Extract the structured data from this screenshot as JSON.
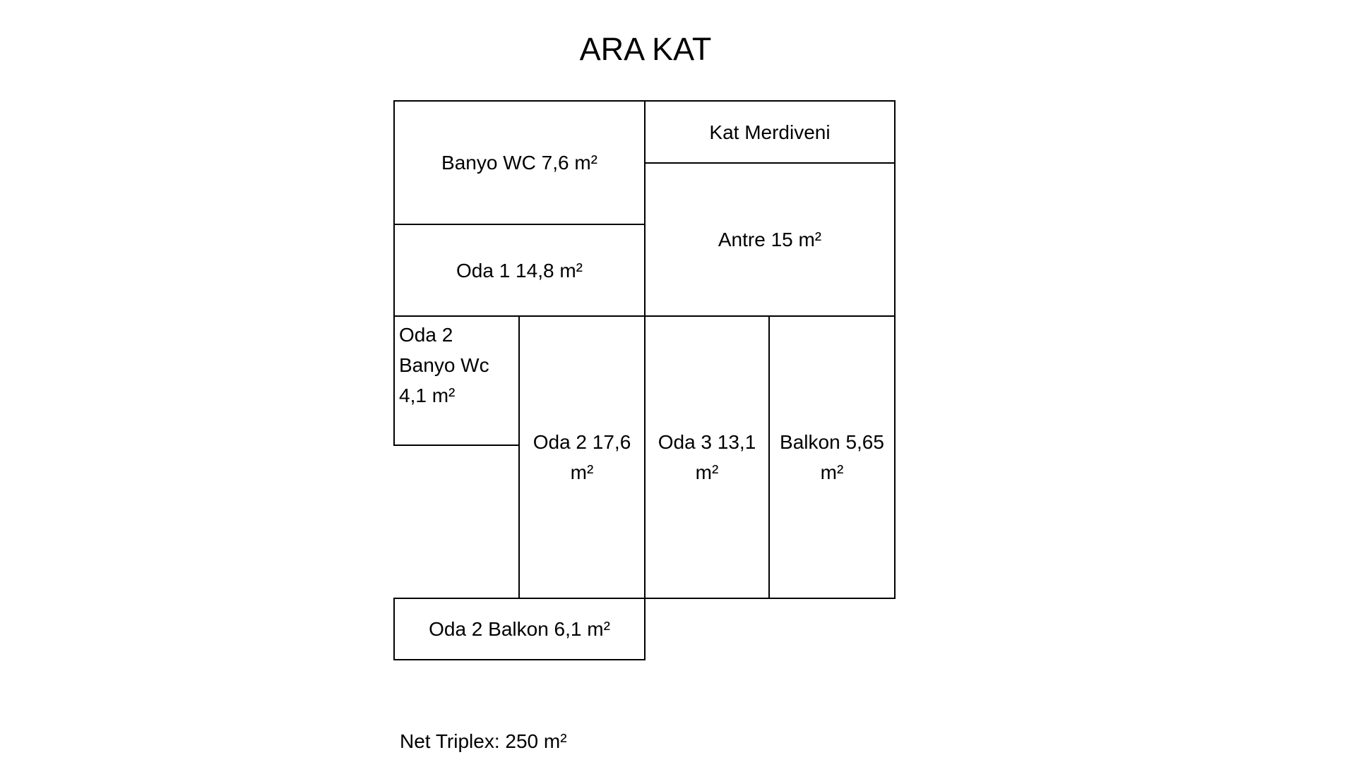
{
  "title": "ARA KAT",
  "rooms": {
    "banyo_wc": "Banyo WC 7,6 m²",
    "kat_merdiveni": "Kat Merdiveni",
    "oda_1": "Oda 1 14,8 m²",
    "antre": "Antre  15 m²",
    "oda_2_banyo": "Oda 2\nBanyo Wc\n4,1 m²",
    "oda_2": "Oda 2 17,6\nm²",
    "oda_3": "Oda 3 13,1\nm²",
    "balkon": "Balkon 5,65\nm²",
    "oda_2_balkon": "Oda 2 Balkon 6,1 m²"
  },
  "footer": "Net Triplex: 250 m²"
}
